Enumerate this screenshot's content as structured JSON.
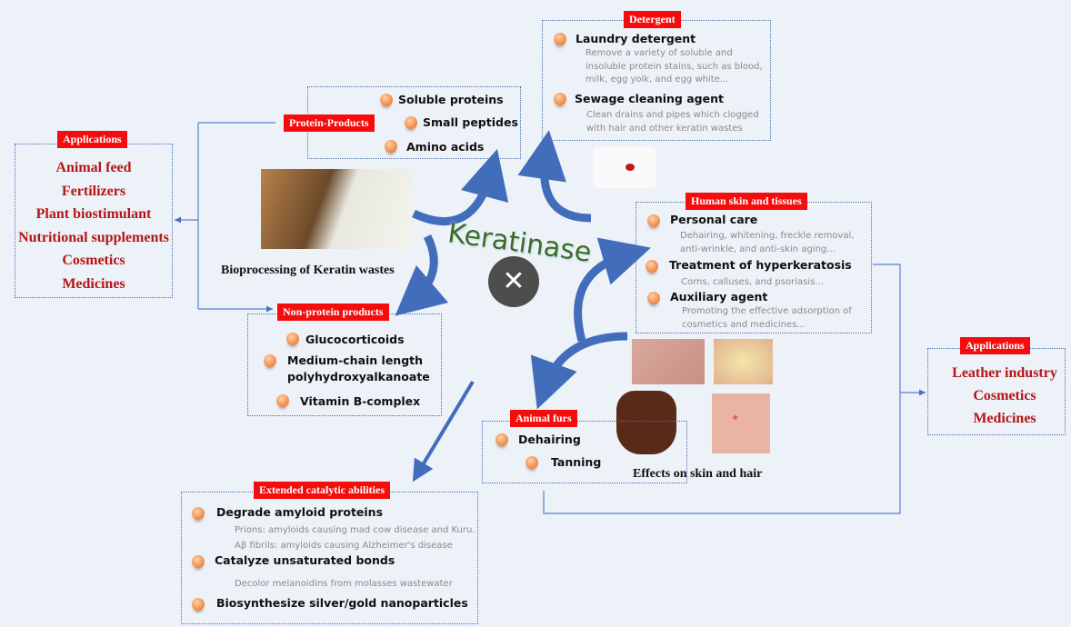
{
  "center": {
    "title": "Keratinase",
    "icon": "tools-icon"
  },
  "left_applications": {
    "label": "Applications",
    "items": [
      "Animal feed",
      "Fertilizers",
      "Plant biostimulant",
      "Nutritional supplements",
      "Cosmetics",
      "Medicines"
    ]
  },
  "protein_products": {
    "label": "Protein-Products",
    "items": [
      "Soluble proteins",
      "Small peptides",
      "Amino acids"
    ]
  },
  "bioprocessing_caption": "Bioprocessing of Keratin wastes",
  "non_protein": {
    "label": "Non-protein products",
    "items": [
      "Glucocorticoids",
      "Medium-chain length",
      "polyhydroxyalkanoate",
      "Vitamin B-complex"
    ]
  },
  "detergent": {
    "label": "Detergent",
    "items": [
      {
        "title": "Laundry detergent",
        "desc": [
          "Remove a variety of soluble and",
          "insoluble protein stains, such as blood,",
          "milk, egg yolk, and egg white..."
        ]
      },
      {
        "title": "Sewage cleaning agent",
        "desc": [
          "Clean drains and pipes which clogged",
          "with hair and other keratin wastes"
        ]
      }
    ]
  },
  "human_skin": {
    "label": "Human skin and tissues",
    "items": [
      {
        "title": "Personal care",
        "desc": [
          "Dehairing, whitening, freckle removal,",
          "anti-wrinkle, and anti-skin aging..."
        ]
      },
      {
        "title": "Treatment of hyperkeratosis",
        "desc": [
          "Corns, calluses, and psoriasis..."
        ]
      },
      {
        "title": "Auxiliary agent",
        "desc": [
          "Promoting the effective adsorption of",
          "cosmetics and medicines..."
        ]
      }
    ]
  },
  "right_applications": {
    "label": "Applications",
    "items": [
      "Leather industry",
      "Cosmetics",
      "Medicines"
    ]
  },
  "animal_furs": {
    "label": "Animal furs",
    "items": [
      "Dehairing",
      "Tanning"
    ]
  },
  "skin_caption": "Effects on skin and hair",
  "extended": {
    "label": "Extended catalytic abilities",
    "items": [
      {
        "title": "Degrade amyloid proteins",
        "desc": [
          "Prions: amyloids causing mad cow disease and Kuru.",
          "Aβ fibrils: amyloids causing Alzheimer's disease"
        ]
      },
      {
        "title": "Catalyze unsaturated bonds",
        "desc": [
          "Decolor melanoidins from molasses wastewater"
        ]
      },
      {
        "title": "Biosynthesize silver/gold nanoparticles",
        "desc": []
      }
    ]
  }
}
